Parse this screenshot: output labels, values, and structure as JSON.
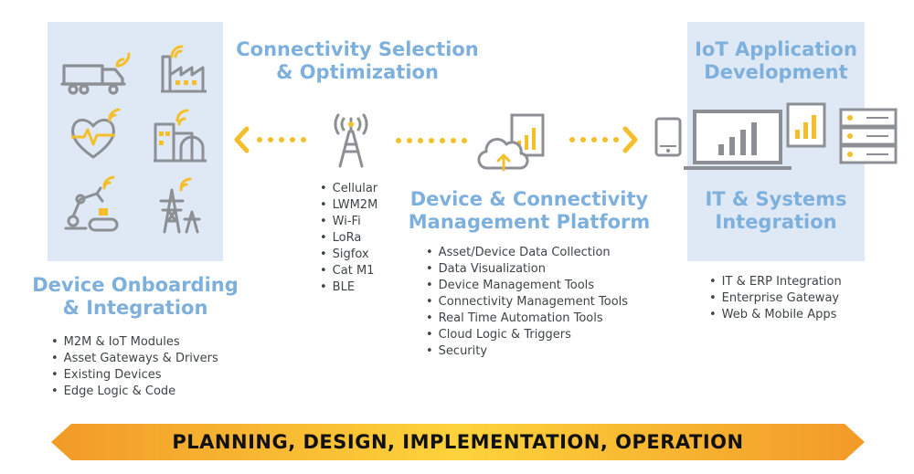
{
  "colors": {
    "panel_bg": "#dfe9f5",
    "heading": "#7eb0dd",
    "icon_gray": "#8c9094",
    "accent_yellow": "#f5bf2b",
    "banner_orange": "#f29a28",
    "banner_yellow": "#fdd33b"
  },
  "connectivity": {
    "title_line1": "Connectivity Selection",
    "title_line2": "& Optimization",
    "options": [
      "Cellular",
      "LWM2M",
      "Wi-Fi",
      "LoRa",
      "Sigfox",
      "Cat M1",
      "BLE"
    ]
  },
  "iot_app": {
    "title_line1": "IoT Application",
    "title_line2": "Development"
  },
  "it_systems": {
    "title_line1": "IT & Systems",
    "title_line2": "Integration",
    "items": [
      "IT & ERP Integration",
      "Enterprise Gateway",
      "Web & Mobile Apps"
    ]
  },
  "platform": {
    "title_line1": "Device & Connectivity",
    "title_line2": "Management Platform",
    "items": [
      "Asset/Device Data Collection",
      "Data Visualization",
      "Device Management Tools",
      "Connectivity Management Tools",
      "Real Time Automation Tools",
      "Cloud Logic & Triggers",
      "Security"
    ]
  },
  "onboarding": {
    "title_line1": "Device Onboarding",
    "title_line2": "& Integration",
    "items": [
      "M2M & IoT Modules",
      "Asset Gateways & Drivers",
      "Existing Devices",
      "Edge Logic & Code"
    ]
  },
  "banner": {
    "text": "PLANNING, DESIGN, IMPLEMENTATION, OPERATION"
  },
  "icons": {
    "left_panel": [
      "truck-icon",
      "factory-icon",
      "heart-monitor-icon",
      "smart-building-icon",
      "robot-arm-icon",
      "power-tower-icon"
    ],
    "center": [
      "cell-tower-icon",
      "cloud-upload-icon",
      "chart-tablet-icon"
    ],
    "right": [
      "tablet-icon",
      "laptop-icon",
      "chart-tablet-icon",
      "server-icon"
    ]
  }
}
